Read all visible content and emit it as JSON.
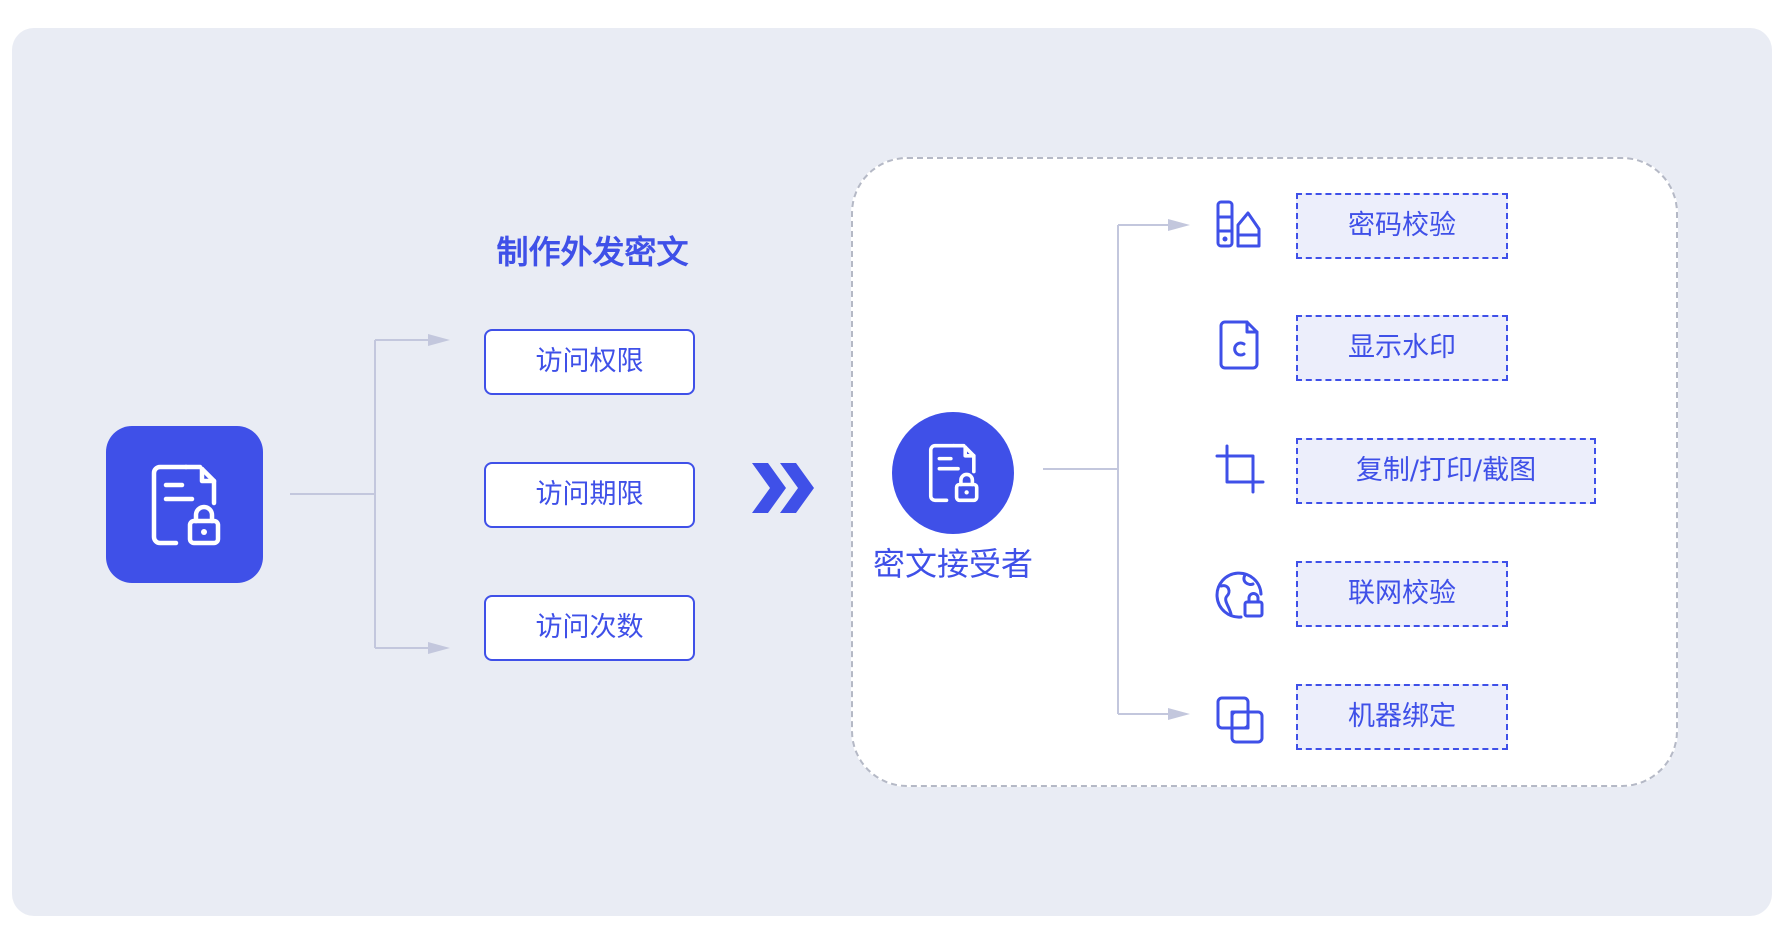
{
  "colors": {
    "accent": "#3f50e8",
    "panel": "#e9ecf4",
    "connector": "#c3c7dd",
    "dashed_border": "#b5b9c6"
  },
  "source": {
    "icon": "locked-document-icon"
  },
  "make": {
    "title": "制作外发密文",
    "options": [
      {
        "label": "访问权限"
      },
      {
        "label": "访问期限"
      },
      {
        "label": "访问次数"
      }
    ]
  },
  "flow_icon": "double-chevron-right-icon",
  "receiver": {
    "icon": "locked-document-icon",
    "label": "密文接受者",
    "features": [
      {
        "label": "密码校验",
        "icon": "password-check-icon"
      },
      {
        "label": "显示水印",
        "icon": "watermark-document-icon"
      },
      {
        "label": "复制/打印/截图",
        "icon": "crop-icon"
      },
      {
        "label": "联网校验",
        "icon": "network-lock-icon"
      },
      {
        "label": "机器绑定",
        "icon": "device-binding-icon"
      }
    ]
  }
}
